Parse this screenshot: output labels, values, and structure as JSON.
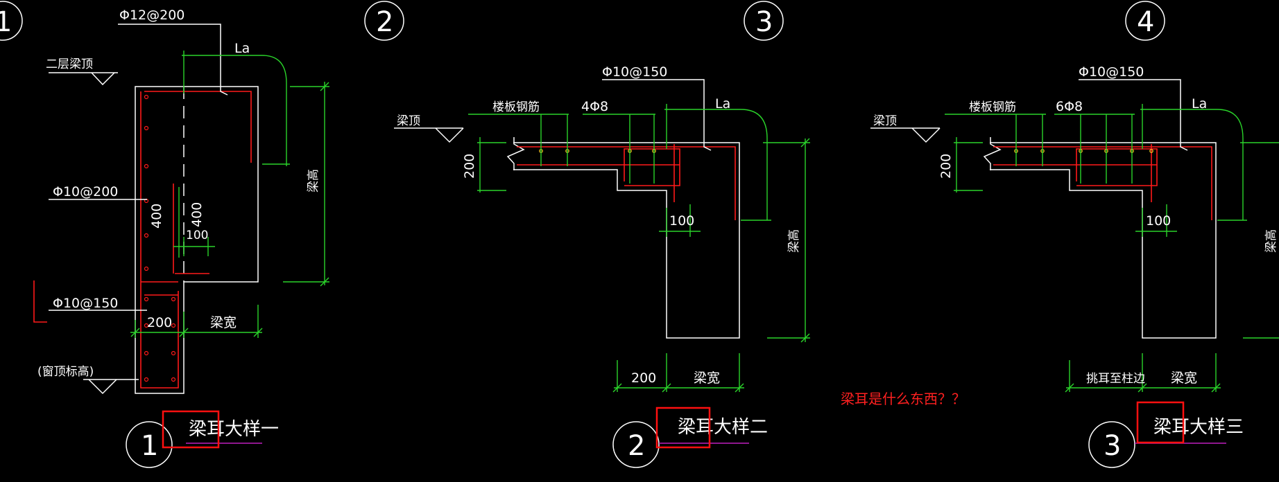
{
  "colors": {
    "background": "#000000",
    "outline": "#ffffff",
    "dimension": "#2ad42a",
    "rebar": "#ff1a1a",
    "highlight": "#ff1010",
    "title_underline": "#c01fc0"
  },
  "top_numbers": [
    "1",
    "2",
    "3",
    "4"
  ],
  "detail1": {
    "rebar_top": "Φ12@200",
    "anchor": "La",
    "level_label": "二层梁顶",
    "rebar_side": "Φ10@200",
    "dim_400_left": "400",
    "dim_400_right": "400",
    "dim_100": "100",
    "beam_height": "梁高",
    "rebar_stirrup": "Φ10@150",
    "dim_200": "200",
    "beam_width": "梁宽",
    "window_level": "(窗顶标高)",
    "circle_num": "1",
    "title": "梁耳大样一"
  },
  "detail2": {
    "rebar_top": "Φ10@150",
    "slab_rebar": "楼板钢筋",
    "bars": "4Φ8",
    "anchor": "La",
    "beam_top": "梁顶",
    "dim_200_vertical": "200",
    "dim_100": "100",
    "beam_height": "梁高",
    "dim_200": "200",
    "beam_width": "梁宽",
    "circle_num": "2",
    "title": "梁耳大样二"
  },
  "detail3": {
    "rebar_top": "Φ10@150",
    "slab_rebar": "楼板钢筋",
    "bars": "6Φ8",
    "anchor": "La",
    "beam_top": "梁顶",
    "dim_200_vertical": "200",
    "dim_100": "100",
    "beam_height": "梁高",
    "ear_to_column": "挑耳至柱边",
    "beam_width": "梁宽",
    "circle_num": "3",
    "title": "梁耳大样三"
  },
  "question": "梁耳是什么东西？？"
}
